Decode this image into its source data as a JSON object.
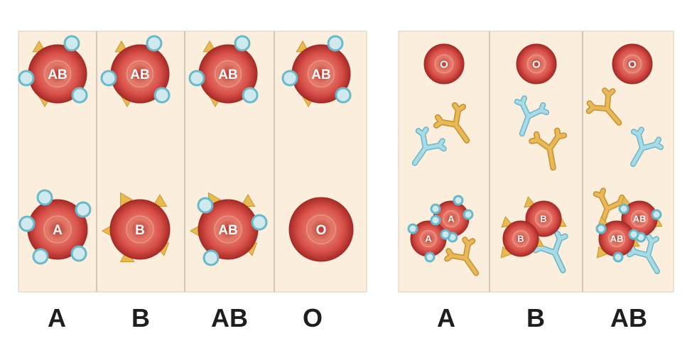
{
  "left_panel": {
    "columns": [
      {
        "label": "A",
        "top_cell": "AB",
        "bottom_cell": "A",
        "bottom_antigens": "A"
      },
      {
        "label": "B",
        "top_cell": "AB",
        "bottom_cell": "B",
        "bottom_antigens": "B"
      },
      {
        "label": "AB",
        "top_cell": "AB",
        "bottom_cell": "AB",
        "bottom_antigens": "AB"
      },
      {
        "label": "O",
        "top_cell": "AB",
        "bottom_cell": "O",
        "bottom_antigens": "none"
      }
    ]
  },
  "right_panel": {
    "columns": [
      {
        "label": "A",
        "top_cell": "O",
        "cluster_cells": [
          "A",
          "A"
        ]
      },
      {
        "label": "B",
        "top_cell": "O",
        "cluster_cells": [
          "B",
          "B"
        ]
      },
      {
        "label": "AB",
        "top_cell": "O",
        "cluster_cells": [
          "AB",
          "AB"
        ]
      }
    ]
  },
  "colors": {
    "panel_bg": "#fbeedd",
    "panel_border": "#d8d2c6",
    "rbc_light": "#e46a5a",
    "rbc_dark": "#b52f2a",
    "antigen_a": "#cfe9ef",
    "antigen_a_stroke": "#68b9c9",
    "antigen_b": "#e9b94e",
    "antibody_anti_a": "#e8b958",
    "antibody_anti_b": "#a9dbe7",
    "label_text": "#1e1e1e"
  }
}
